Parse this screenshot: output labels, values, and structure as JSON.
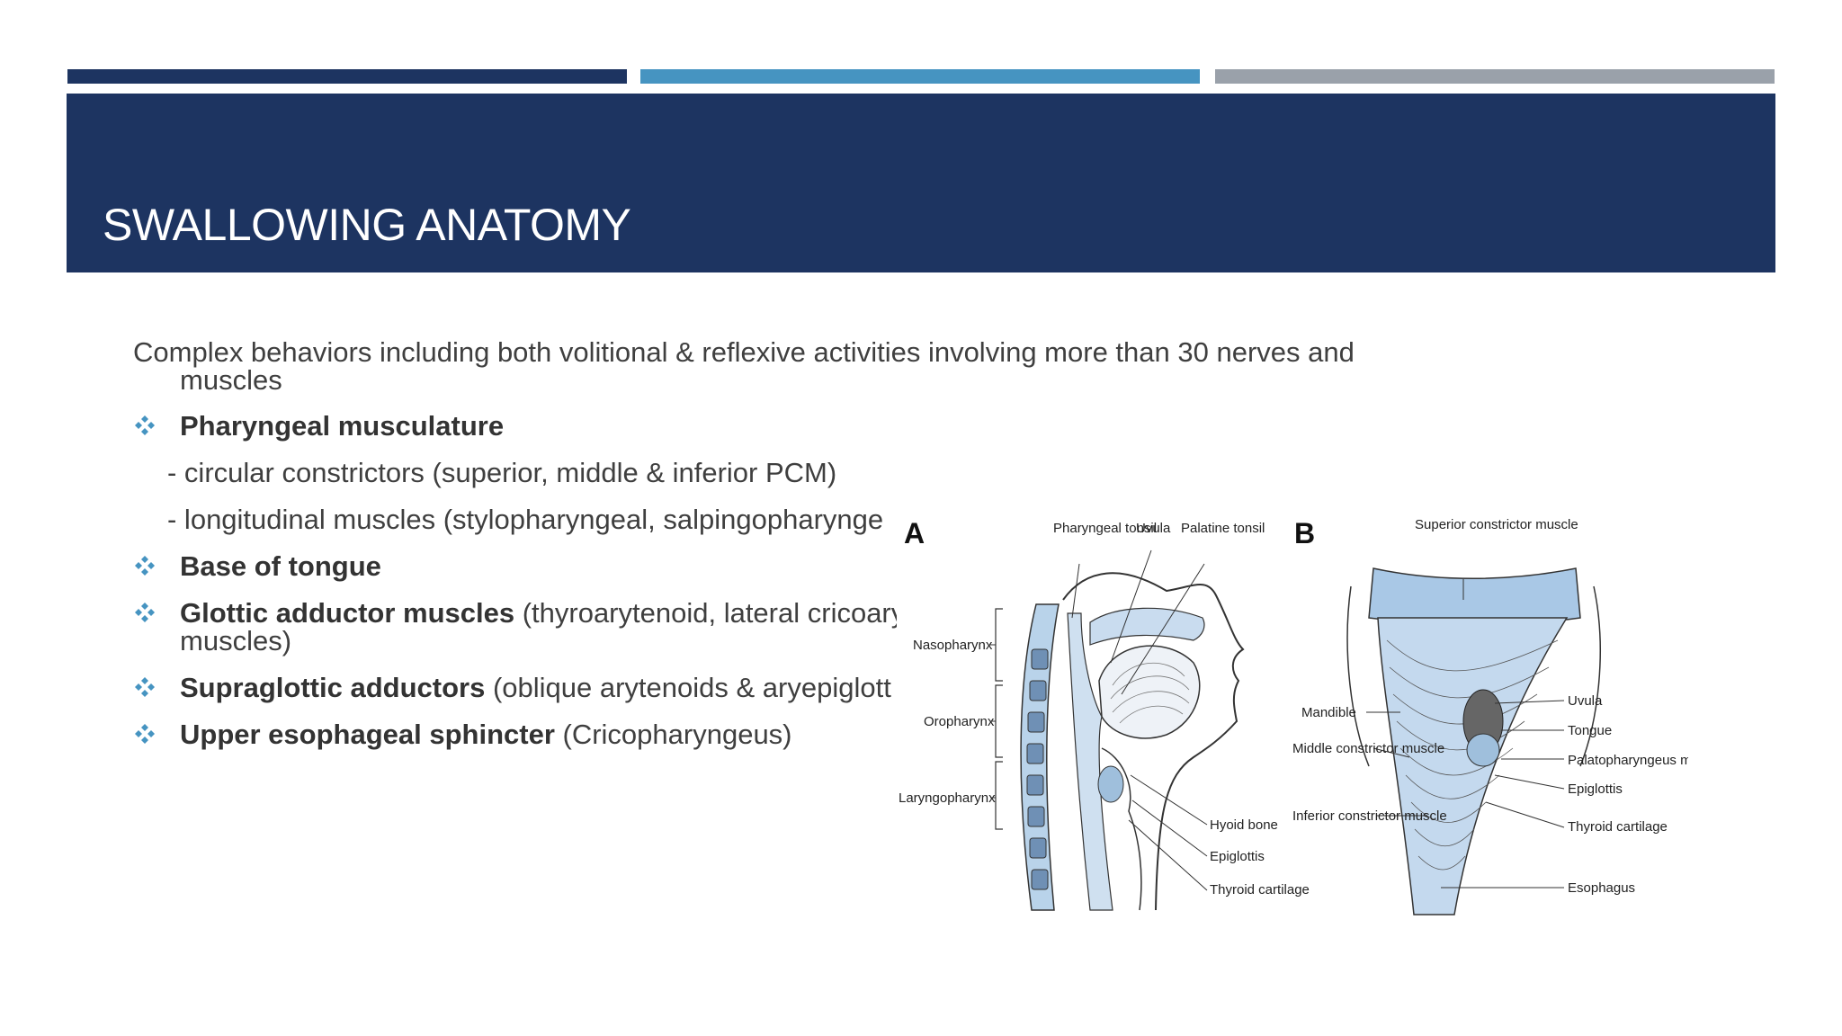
{
  "slide": {
    "title": "SWALLOWING ANATOMY",
    "accent_colors": {
      "dark_navy": "#1d3461",
      "blue": "#4694c1",
      "gray": "#9aa1aa"
    },
    "intro": "Complex behaviors including both volitional & reflexive activities involving more than 30 nerves and muscles",
    "bullet_icon": "four-diamond-bullet-icon",
    "items": [
      {
        "heading": "Pharyngeal musculature",
        "detail": ""
      },
      {
        "heading": "Base of tongue",
        "detail": ""
      },
      {
        "heading": "Glottic adductor muscles",
        "detail": "(thyroarytenoid, lateral cricoary muscles)"
      },
      {
        "heading": "Supraglottic adductors",
        "detail": "(oblique arytenoids & aryepiglott"
      },
      {
        "heading": "Upper esophageal sphincter",
        "detail": "(Cricopharyngeus)"
      }
    ],
    "sub_items": [
      "- circular constrictors (superior, middle & inferior PCM)",
      "- longitudinal muscles (stylopharyngeal, salpingopharynge"
    ]
  },
  "figure": {
    "panel_a": {
      "letter": "A",
      "labels": {
        "pharyngeal_tonsil": "Pharyngeal tonsil",
        "uvula": "Uvula",
        "palatine_tonsil": "Palatine tonsil",
        "nasopharynx": "Nasopharynx",
        "oropharynx": "Oropharynx",
        "laryngopharynx": "Laryngopharynx",
        "hyoid_bone": "Hyoid bone",
        "epiglottis": "Epiglottis",
        "thyroid_cartilage": "Thyroid cartilage"
      }
    },
    "panel_b": {
      "letter": "B",
      "labels": {
        "superior_constrictor": "Superior constrictor muscle",
        "mandible": "Mandible",
        "middle_constrictor": "Middle constrictor muscle",
        "inferior_constrictor": "Inferior constrictor muscle",
        "uvula": "Uvula",
        "tongue": "Tongue",
        "palatopharyngeus": "Palatopharyngeus muscle",
        "epiglottis": "Epiglottis",
        "thyroid_cartilage": "Thyroid cartilage",
        "esophagus": "Esophagus"
      }
    }
  }
}
